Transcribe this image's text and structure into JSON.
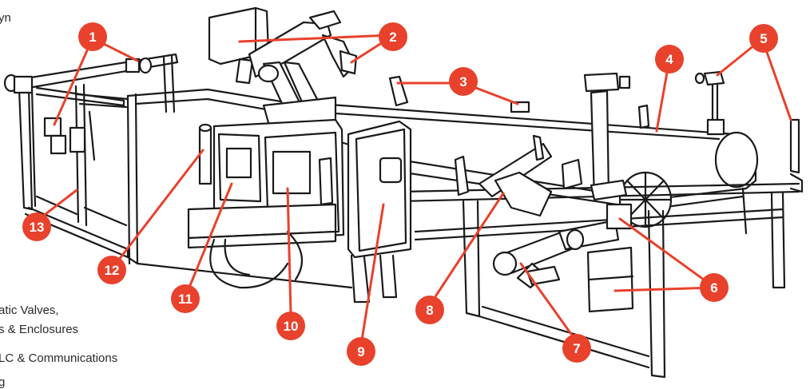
{
  "colors": {
    "accent": "#e8412c",
    "line": "#1a1a1a",
    "text": "#2a2a2a"
  },
  "legend": {
    "line_0": "yn",
    "line_1": "atic Valves,",
    "line_2": "s & Enclosures",
    "line_3": "LC & Communications",
    "line_4": "g"
  },
  "callouts": [
    {
      "label": "1"
    },
    {
      "label": "2"
    },
    {
      "label": "3"
    },
    {
      "label": "4"
    },
    {
      "label": "5"
    },
    {
      "label": "6"
    },
    {
      "label": "7"
    },
    {
      "label": "8"
    },
    {
      "label": "9"
    },
    {
      "label": "10"
    },
    {
      "label": "11"
    },
    {
      "label": "12"
    },
    {
      "label": "13"
    }
  ]
}
